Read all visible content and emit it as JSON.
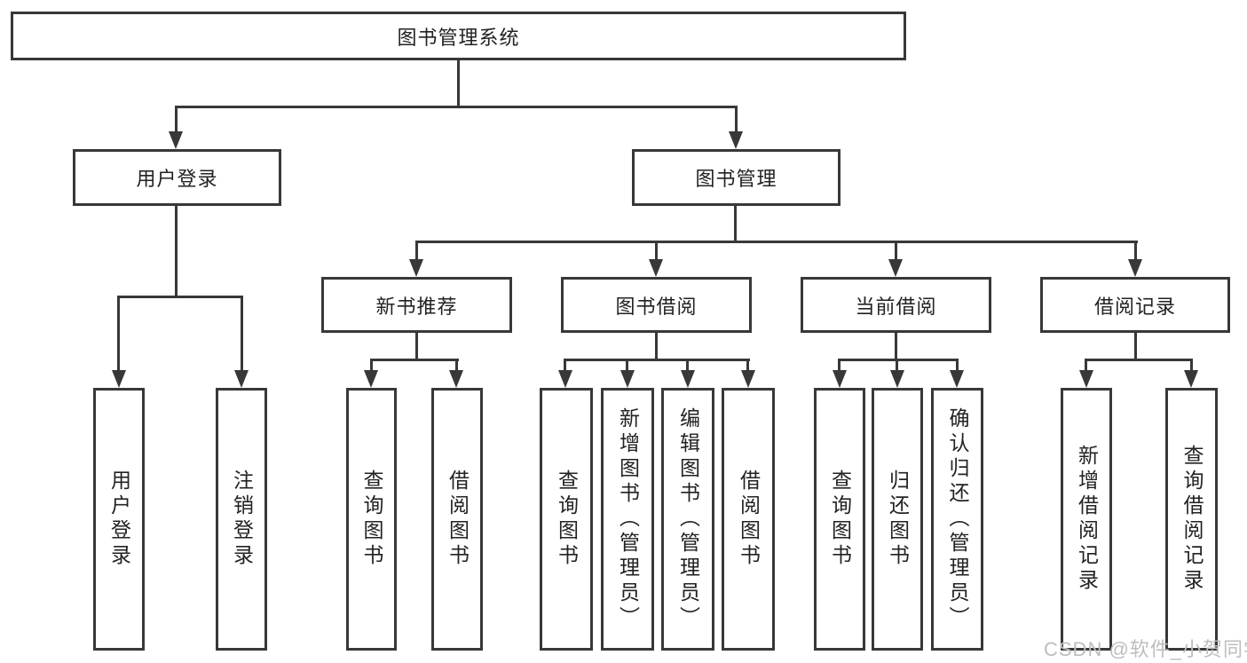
{
  "tree": {
    "root": "图书管理系统",
    "branches": [
      {
        "label": "用户登录",
        "children": [
          "用户登录",
          "注销登录"
        ]
      },
      {
        "label": "图书管理",
        "groups": [
          {
            "label": "新书推荐",
            "children": [
              "查询图书",
              "借阅图书"
            ]
          },
          {
            "label": "图书借阅",
            "children": [
              "查询图书",
              "新增图书（管理员）",
              "编辑图书（管理员）",
              "借阅图书"
            ]
          },
          {
            "label": "当前借阅",
            "children": [
              "查询图书",
              "归还图书",
              "确认归还（管理员）"
            ]
          },
          {
            "label": "借阅记录",
            "children": [
              "新增借阅记录",
              "查询借阅记录"
            ]
          }
        ]
      }
    ]
  },
  "watermark": "CSDN @软件_小贺同学",
  "colors": {
    "line": "#383838",
    "text": "#222222",
    "watermark": "#bdbdbd",
    "background": "#ffffff"
  }
}
